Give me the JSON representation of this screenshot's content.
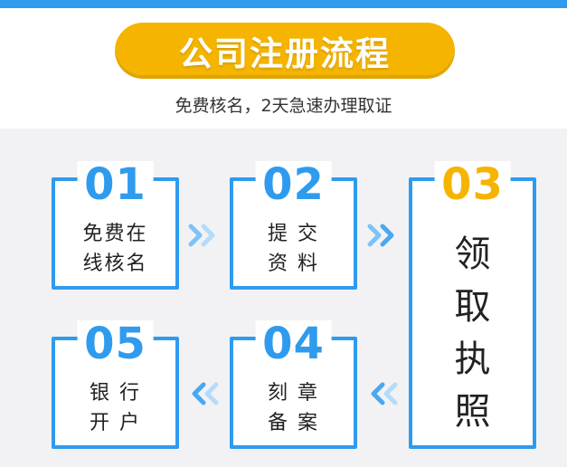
{
  "header": {
    "title": "公司注册流程",
    "subtitle": "免费核名，2天急速办理取证"
  },
  "steps": [
    {
      "number": "01",
      "line1": "免费在",
      "line2": "线核名"
    },
    {
      "number": "02",
      "line1": "提 交",
      "line2": "资 料"
    },
    {
      "number": "03",
      "chars": [
        "领",
        "取",
        "执",
        "照"
      ]
    },
    {
      "number": "04",
      "line1": "刻 章",
      "line2": "备 案"
    },
    {
      "number": "05",
      "line1": "银 行",
      "line2": "开 户"
    }
  ],
  "colors": {
    "primary": "#2f9bee",
    "accent": "#f5b400",
    "arrow": "#7cc3f6"
  },
  "icons": {
    "arrow_right": "double-chevron-right-icon",
    "arrow_left": "double-chevron-left-icon"
  }
}
